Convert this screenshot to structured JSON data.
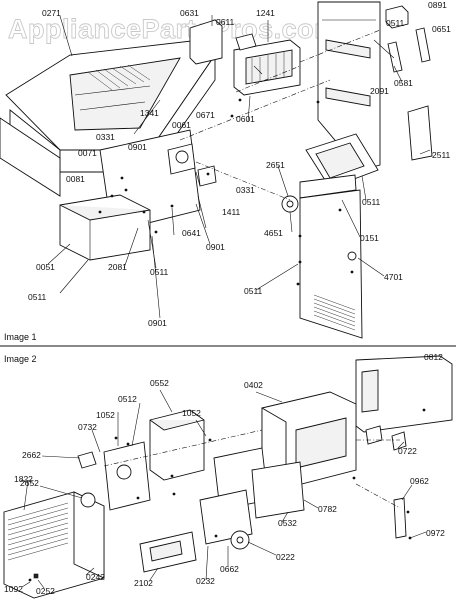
{
  "watermark": "AppliancePartsPros.com",
  "image1": {
    "caption": "Image 1",
    "parts": [
      "0271",
      "0631",
      "0611",
      "1241",
      "0891",
      "0511",
      "0651",
      "1341",
      "0581",
      "2091",
      "0671",
      "0601",
      "0331",
      "0061",
      "0071",
      "0901",
      "0081",
      "0331",
      "1411",
      "2651",
      "0511",
      "2511",
      "0641",
      "0901",
      "4651",
      "0151",
      "0051",
      "0511",
      "2081",
      "0511",
      "4701",
      "0901",
      "0511"
    ]
  },
  "image2": {
    "caption": "Image 2",
    "parts": [
      "0812",
      "0552",
      "0402",
      "0512",
      "1052",
      "1052",
      "2662",
      "0732",
      "0722",
      "2652",
      "0962",
      "1822",
      "0532",
      "0782",
      "0222",
      "0662",
      "0972",
      "2102",
      "0232",
      "1092",
      "0252",
      "0242"
    ]
  }
}
